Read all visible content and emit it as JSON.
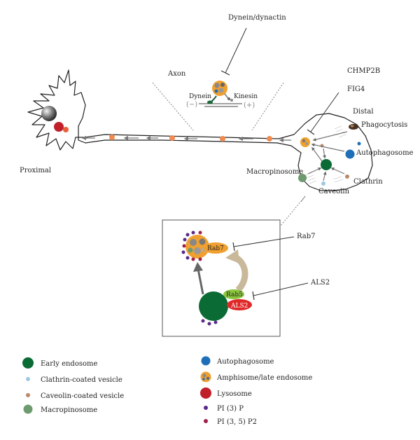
{
  "labels": {
    "dynein_dynactin": "Dynein/dynactin",
    "axon": "Axon",
    "dynein": "Dynein",
    "kinesin": "Kinesin",
    "minus": "(−)",
    "plus": "(+)",
    "chmp2b": "CHMP2B",
    "fig4": "FIG4",
    "distal": "Distal",
    "phagocytosis": "Phagocytosis",
    "autophagosome": "Autophagosome",
    "macropinosome": "Macropinosome",
    "clathrin": "Clathrin",
    "caveolin": "Caveolin",
    "proximal": "Proximal",
    "rab7_callout": "Rab7",
    "rab7_tag": "Rab7",
    "rab5_tag": "Rab5",
    "als2_tag": "ALS2",
    "als2_callout": "ALS2"
  },
  "legend": {
    "left": [
      {
        "label": "Early endosome",
        "icon": "early-endosome-icon",
        "color": "#0b6b35"
      },
      {
        "label": "Clathrin-coated vesicle",
        "icon": "clathrin-vesicle-icon",
        "color": "#9ec9e2"
      },
      {
        "label": "Caveolin-coated vesicle",
        "icon": "caveolin-vesicle-icon",
        "color": "#b88a6a"
      },
      {
        "label": "Macropinosome",
        "icon": "macropinosome-icon",
        "color": "#6e9a70"
      }
    ],
    "right": [
      {
        "label": "Autophagosome",
        "icon": "autophagosome-icon",
        "color": "#1f6fb8"
      },
      {
        "label": "Amphisome/late endosome",
        "icon": "amphisome-icon",
        "color": "#f0a030"
      },
      {
        "label": "Lysosome",
        "icon": "lysosome-icon",
        "color": "#c0202a"
      },
      {
        "label": "PI (3) P",
        "icon": "pi3p-icon",
        "color": "#5a2a8a"
      },
      {
        "label": "PI (3, 5) P2",
        "icon": "pi35p2-icon",
        "color": "#a0204a"
      }
    ]
  },
  "colors": {
    "early_endosome": "#0b6b35",
    "lysosome": "#c0202a",
    "amphisome": "#f0a030",
    "rab7": "#f0a030",
    "rab5": "#8cc63e",
    "als2": "#e02828",
    "cargo": "#f08a50"
  }
}
